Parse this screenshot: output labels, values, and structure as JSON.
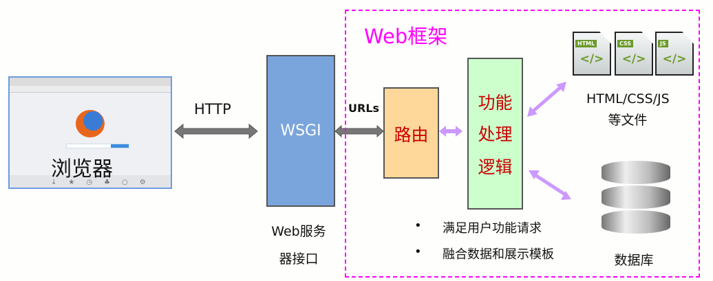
{
  "browser": {
    "label": "浏览器",
    "icon": "firefox-browser-window"
  },
  "http": {
    "label": "HTTP"
  },
  "wsgi": {
    "label": "WSGI",
    "caption_line1": "Web服务",
    "caption_line2": "器接口",
    "color": "#7aa5dc"
  },
  "framework": {
    "title": "Web框架",
    "title_color": "#ff00ff",
    "urls_label": "URLs",
    "router": {
      "label": "路由",
      "color": "#fdd89a"
    },
    "logic": {
      "lines": [
        "功能",
        "处理",
        "逻辑"
      ],
      "color": "#ccffcc",
      "text_color": "#cc0000"
    },
    "files": {
      "tags": [
        "HTML",
        "CSS",
        "JS"
      ],
      "code_glyph": "</>",
      "caption_line1": "HTML/CSS/JS",
      "caption_line2": "等文件"
    },
    "database": {
      "caption": "数据库"
    },
    "bullets": [
      "满足用户功能请求",
      "融合数据和展示模板"
    ],
    "arrow_color": "#cc99ff"
  }
}
